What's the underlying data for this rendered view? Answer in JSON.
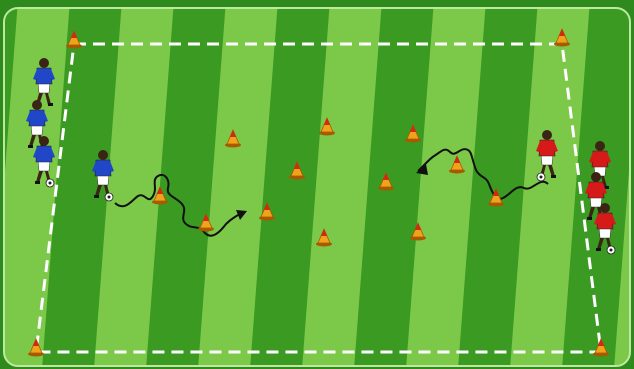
{
  "diagram": {
    "type": "soccer-drill",
    "colors": {
      "grass_dark": "#3a9a22",
      "grass_light": "#7cc94a",
      "outer": "#2f8a1e",
      "lines": "#ffffff",
      "team_blue": "#1f47c7",
      "team_red": "#d61a1a",
      "cone": "#f0a21a",
      "cone_tip": "#d22a12"
    },
    "icons": {
      "cone": "cone-icon",
      "player": "player-icon",
      "ball": "ball-icon",
      "dribble_arrow": "wavy-arrow-icon"
    },
    "blue_team_players": 4,
    "red_team_players": 4,
    "field_cones": 12,
    "corner_cones": 4
  }
}
